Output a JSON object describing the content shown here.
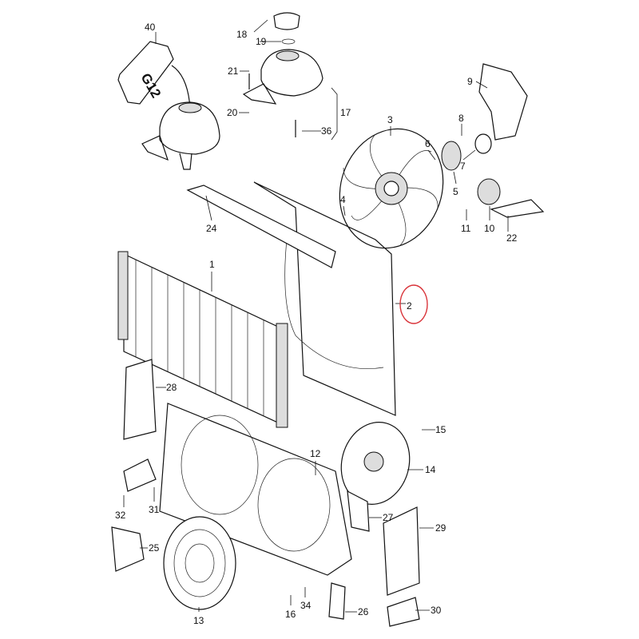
{
  "diagram": {
    "bottle_text": "G12",
    "highlight_color": "#d9343a",
    "callouts": {
      "p1": "1",
      "p2": "2",
      "p3": "3",
      "p4": "4",
      "p5": "5",
      "p6": "6",
      "p7": "7",
      "p8": "8",
      "p9": "9",
      "p10": "10",
      "p11": "11",
      "p12": "12",
      "p13": "13",
      "p14": "14",
      "p15": "15",
      "p16": "16",
      "p17": "17",
      "p18": "18",
      "p19": "19",
      "p20": "20",
      "p21": "21",
      "p22": "22",
      "p24": "24",
      "p25": "25",
      "p26": "26",
      "p27": "27",
      "p28": "28",
      "p29": "29",
      "p30": "30",
      "p31": "31",
      "p32": "32",
      "p34": "34",
      "p36": "36",
      "p40": "40"
    }
  }
}
